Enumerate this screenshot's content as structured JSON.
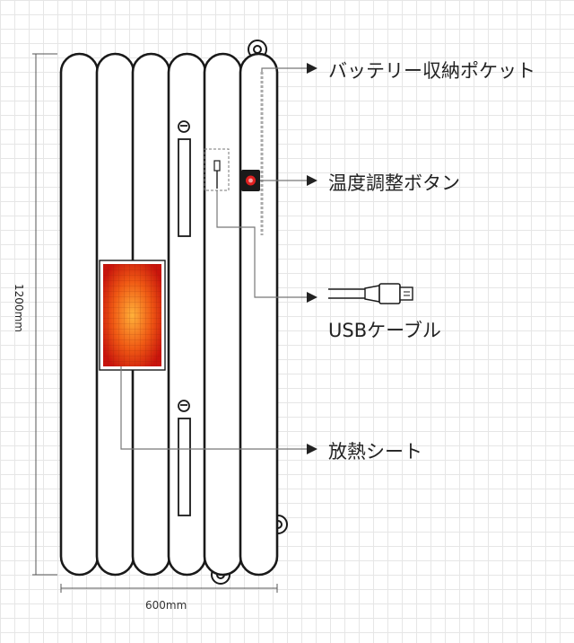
{
  "labels": {
    "battery_pocket": "バッテリー収納ポケット",
    "temp_button": "温度調整ボタン",
    "usb_cable": "USBケーブル",
    "heat_sheet": "放熱シート"
  },
  "dimensions": {
    "height": "1200mm",
    "width": "600mm"
  },
  "colors": {
    "outline": "#1a1a1a",
    "leader": "#777777",
    "heat_center": "#ffb23a",
    "heat_edge": "#c8140c",
    "button_body": "#1a1a1a",
    "button_dot": "#e02020"
  },
  "icons": [
    "arrow-icon",
    "usb-plug-icon",
    "power-button-icon",
    "strap-loop-icon"
  ]
}
